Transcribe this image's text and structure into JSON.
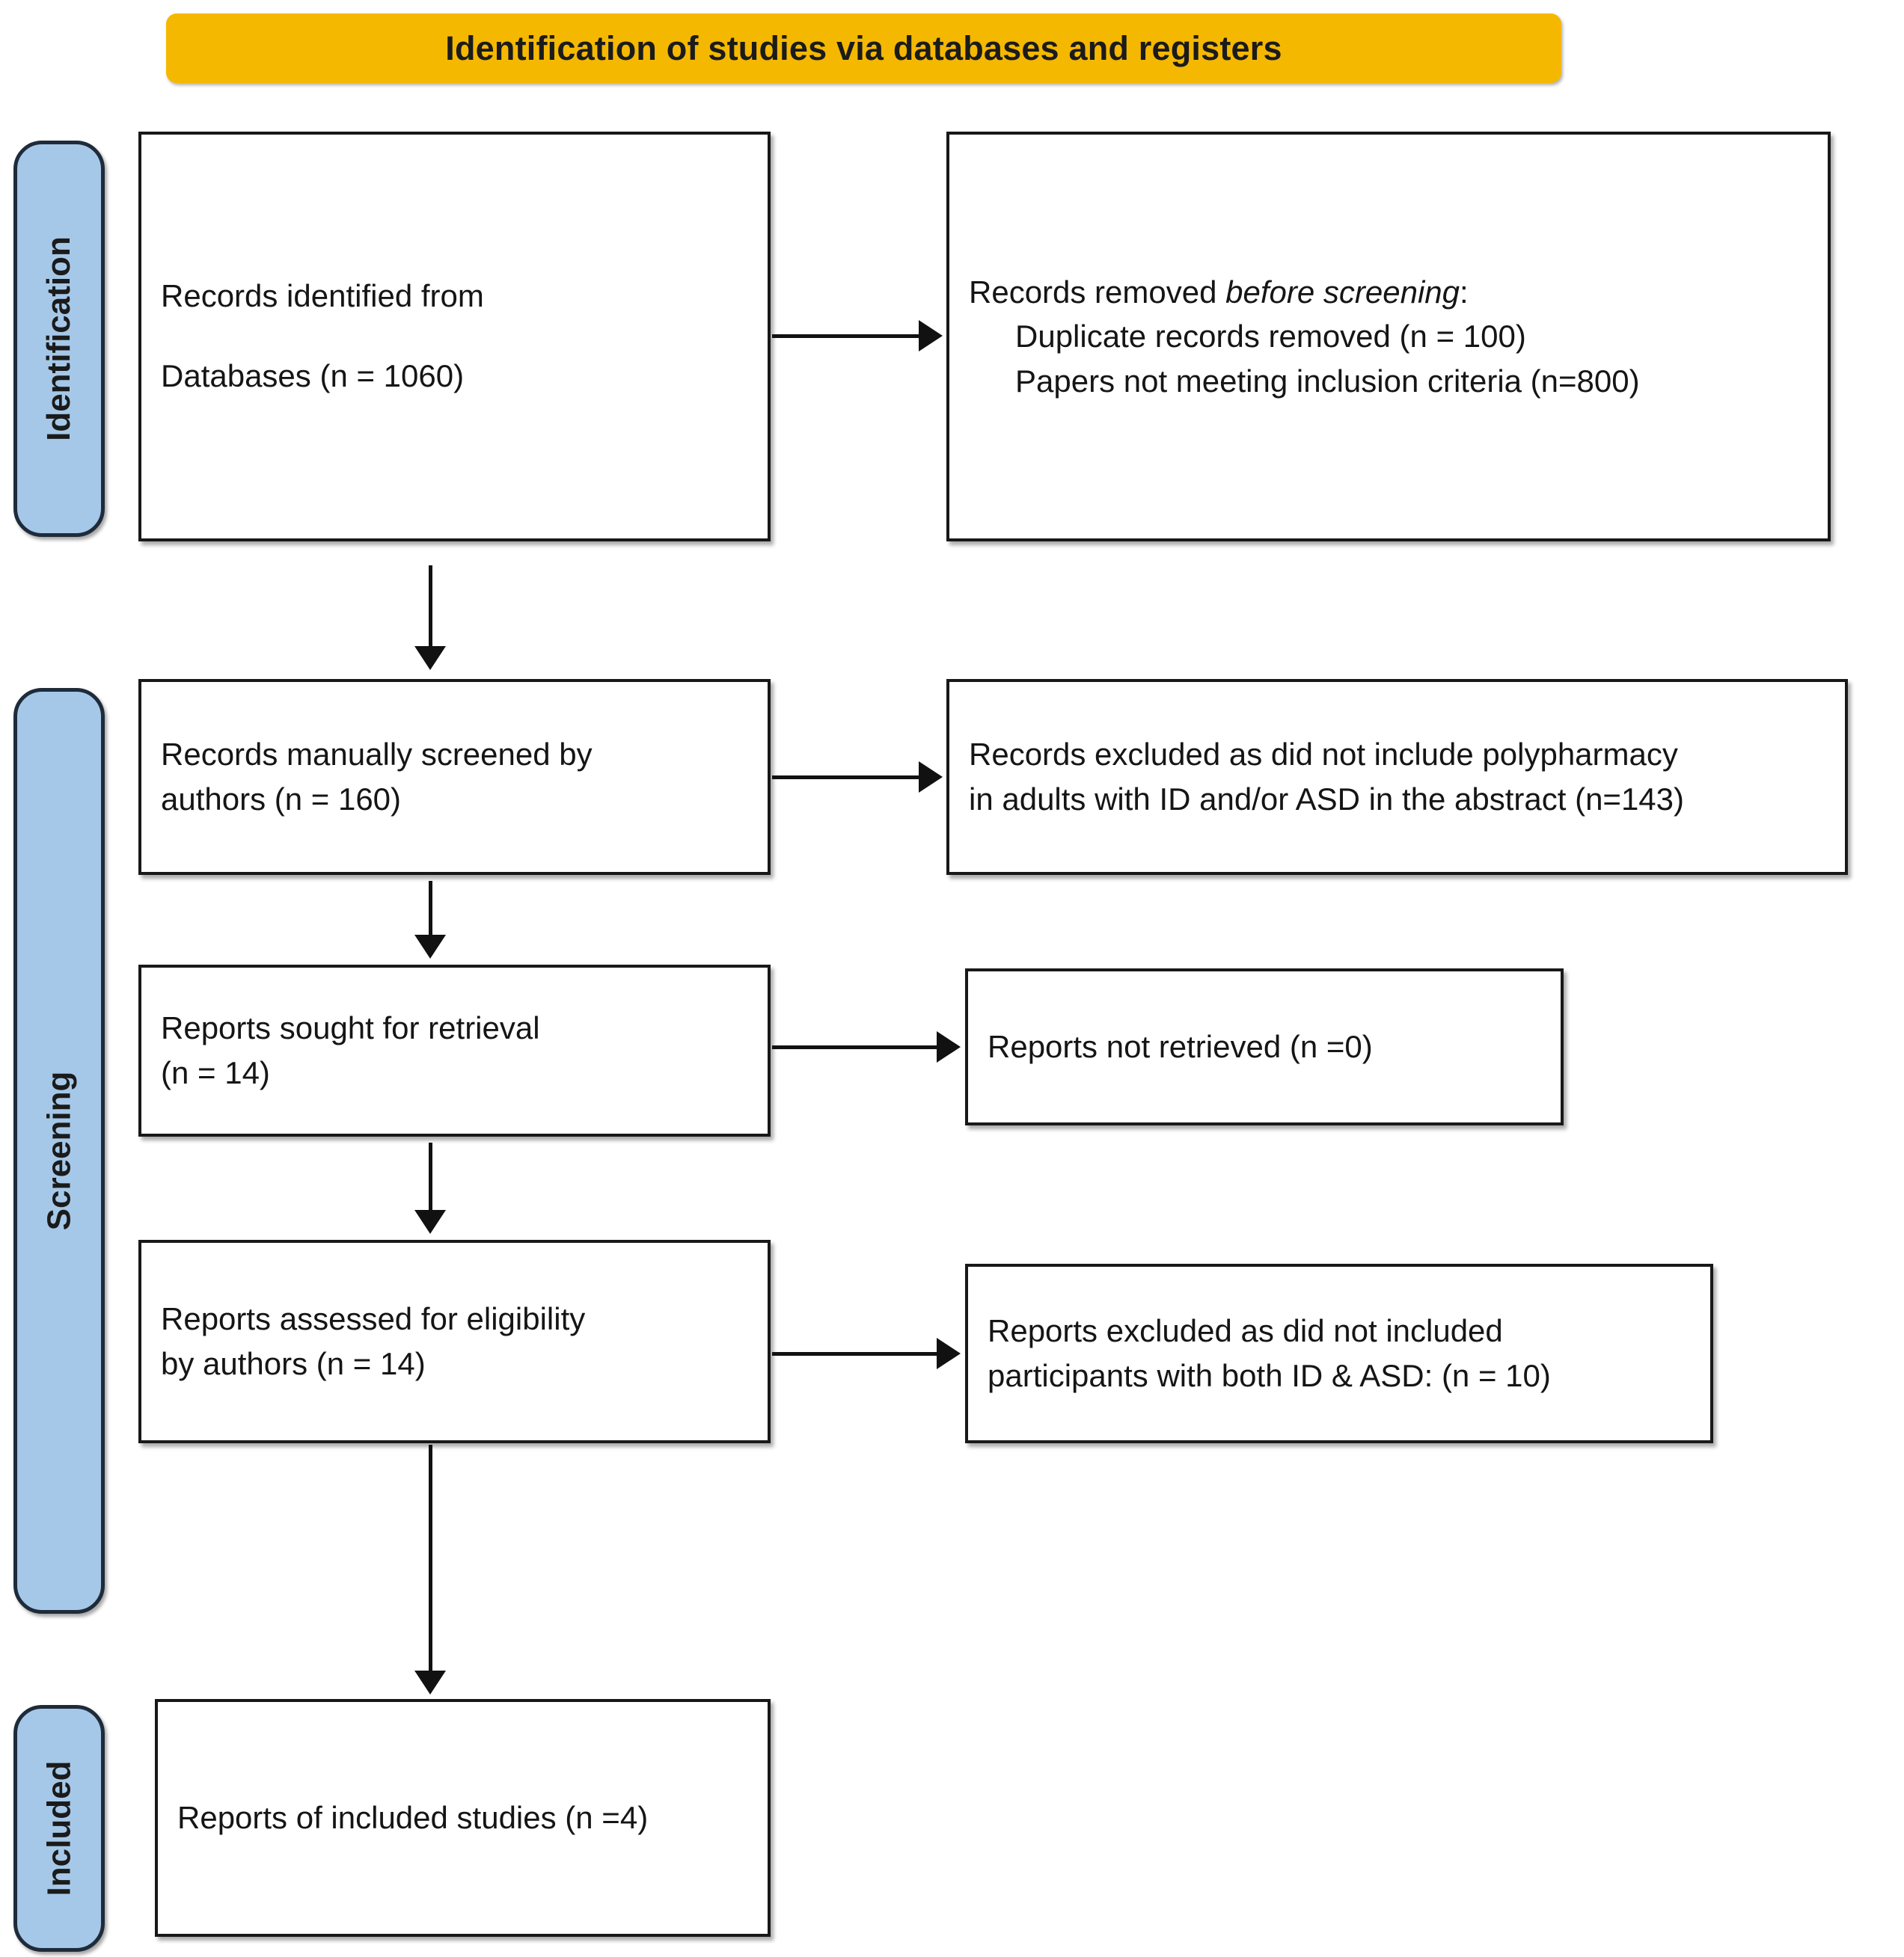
{
  "banner": {
    "title": "Identification of studies via databases and registers",
    "color": "#f5b800"
  },
  "stages": {
    "identification": "Identification",
    "screening": "Screening",
    "included": "Included",
    "color": "#a5c8e8"
  },
  "boxes": {
    "identified": {
      "line1": "Records identified from",
      "line2": "Databases (n = 1060)"
    },
    "removed": {
      "line1_prefix": "Records removed ",
      "line1_italic": "before screening",
      "line1_suffix": ":",
      "line2": "Duplicate records removed (n = 100)",
      "line3": "Papers not meeting inclusion criteria (n=800)"
    },
    "screened": {
      "line1": "Records manually screened by",
      "line2": "authors (n = 160)"
    },
    "excluded_screening": {
      "line1": "Records excluded as did not include polypharmacy",
      "line2": "in adults with ID and/or ASD in the abstract (n=143)"
    },
    "sought": {
      "line1": "Reports sought for retrieval",
      "line2": "(n = 14)"
    },
    "not_retrieved": {
      "line1": "Reports not retrieved (n =0)"
    },
    "assessed": {
      "line1": "Reports assessed for eligibility",
      "line2": "by authors (n = 14)"
    },
    "excluded_reports": {
      "line1": "Reports excluded as did not included",
      "line2": "participants with both ID & ASD: (n = 10)"
    },
    "included": {
      "line1": "Reports of included studies (n =4)"
    }
  }
}
